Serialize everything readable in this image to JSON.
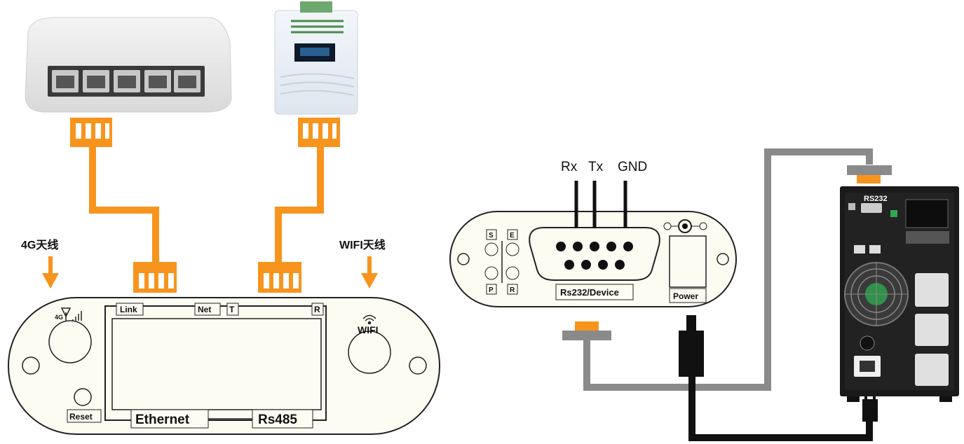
{
  "left_panel": {
    "antenna_4g_label": "4G天线",
    "antenna_wifi_label": "WIFI天线",
    "indicator_4g": "4G",
    "indicator_wifi": "WIFI",
    "led_link": "Link",
    "led_net": "Net",
    "led_t": "T",
    "led_r": "R",
    "reset_label": "Reset",
    "port_ethernet": "Ethernet",
    "port_rs485": "Rs485"
  },
  "right_panel": {
    "pin_rx": "Rx",
    "pin_tx": "Tx",
    "pin_gnd": "GND",
    "port_label": "Rs232/Device",
    "power_label": "Power",
    "switch_s": "S",
    "switch_e": "E",
    "switch_p": "P",
    "switch_r": "R",
    "ups_label": "RS232"
  },
  "colors": {
    "cable_orange": "#f7941d",
    "cable_gray": "#8a8a8a",
    "cable_black": "#111111",
    "ups_body": "#1a1a1a",
    "device_fill": "#fdfcf2"
  },
  "icons": [
    "network-switch-icon",
    "rs485-meter-icon",
    "ups-device-icon",
    "signal-icon",
    "wifi-icon",
    "down-arrow-icon",
    "db9-connector-icon"
  ]
}
